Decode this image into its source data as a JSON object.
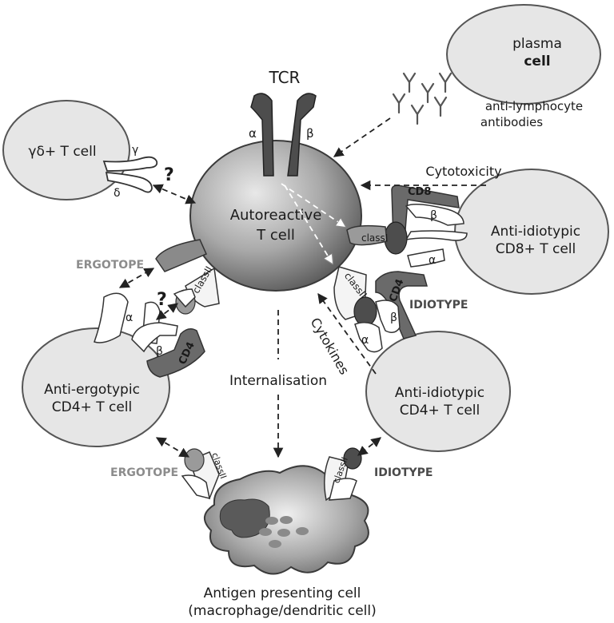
{
  "labels": {
    "plasma_cell_1": "plasma",
    "plasma_cell_2": "cell",
    "anti_lymph_1": "anti-lymphocyte",
    "anti_lymph_2": "antibodies",
    "tcr": "TCR",
    "alpha": "α",
    "beta": "β",
    "gamma": "γ",
    "delta": "δ",
    "gd_cell": "γδ+ T cell",
    "question": "?",
    "autoreactive_1": "Autoreactive",
    "autoreactive_2": "T cell",
    "cytotoxicity": "Cytotoxicity",
    "cd8": "CD8",
    "cd4": "CD4",
    "class1": "classI",
    "class2": "classII",
    "anti_idio_cd8_1": "Anti-idiotypic",
    "anti_idio_cd8_2": "CD8+ T cell",
    "ergotope": "ERGOTOPE",
    "idiotype": "IDIOTYPE",
    "cytokines": "Cytokines",
    "internalisation": "Internalisation",
    "anti_ergo_1": "Anti-ergotypic",
    "anti_ergo_2": "CD4+ T cell",
    "anti_idio_cd4_1": "Anti-idiotypic",
    "anti_idio_cd4_2": "CD4+ T cell",
    "apc_1": "Antigen presenting cell",
    "apc_2": "(macrophage/dendritic cell)"
  },
  "colors": {
    "cell_fill": "#e6e6e6",
    "cell_stroke": "#555555",
    "receptor_dark": "#4d4d4d",
    "molecule_grey": "#9a9a9a",
    "label_grey": "#8c8c8c"
  }
}
